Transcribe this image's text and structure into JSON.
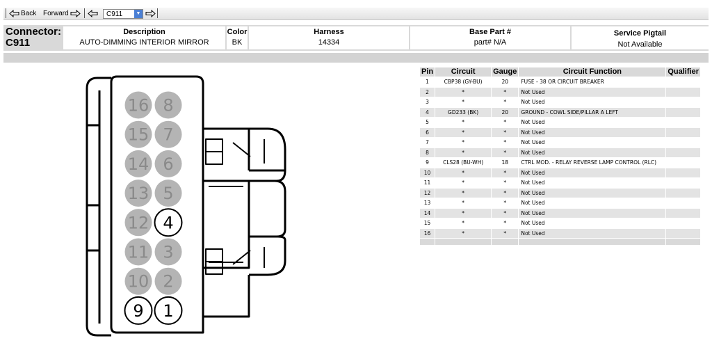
{
  "toolbar": {
    "back_label": "Back",
    "forward_label": "Forward",
    "connector_select_value": "C911",
    "icons": {
      "back": "arrow-left-icon",
      "forward": "arrow-right-icon",
      "prev": "arrow-left-icon",
      "next": "arrow-right-icon",
      "dropdown": "chevron-down-icon"
    }
  },
  "header": {
    "connector_label": "Connector:",
    "connector_id": "C911",
    "description_title": "Description",
    "description_value": "AUTO-DIMMING INTERIOR MIRROR",
    "color_title": "Color",
    "color_value": "BK",
    "harness_title": "Harness",
    "harness_value": "14334",
    "base_part_title": "Base Part #",
    "base_part_value": "part# N/A",
    "pigtail_title": "Service Pigtail",
    "pigtail_value": "Not Available"
  },
  "table": {
    "headers": [
      "Pin",
      "Circuit",
      "Gauge",
      "Circuit Function",
      "Qualifier"
    ],
    "rows": [
      {
        "pin": "1",
        "circuit": "CBP38 (GY-BU)",
        "gauge": "20",
        "function": "FUSE - 38 OR CIRCUIT BREAKER",
        "qualifier": ""
      },
      {
        "pin": "2",
        "circuit": "*",
        "gauge": "*",
        "function": "Not Used",
        "qualifier": ""
      },
      {
        "pin": "3",
        "circuit": "*",
        "gauge": "*",
        "function": "Not Used",
        "qualifier": ""
      },
      {
        "pin": "4",
        "circuit": "GD233 (BK)",
        "gauge": "20",
        "function": "GROUND - COWL SIDE/PILLAR A LEFT",
        "qualifier": ""
      },
      {
        "pin": "5",
        "circuit": "*",
        "gauge": "*",
        "function": "Not Used",
        "qualifier": ""
      },
      {
        "pin": "6",
        "circuit": "*",
        "gauge": "*",
        "function": "Not Used",
        "qualifier": ""
      },
      {
        "pin": "7",
        "circuit": "*",
        "gauge": "*",
        "function": "Not Used",
        "qualifier": ""
      },
      {
        "pin": "8",
        "circuit": "*",
        "gauge": "*",
        "function": "Not Used",
        "qualifier": ""
      },
      {
        "pin": "9",
        "circuit": "CLS28 (BU-WH)",
        "gauge": "18",
        "function": "CTRL MOD. - RELAY REVERSE LAMP CONTROL (RLC)",
        "qualifier": ""
      },
      {
        "pin": "10",
        "circuit": "*",
        "gauge": "*",
        "function": "Not Used",
        "qualifier": ""
      },
      {
        "pin": "11",
        "circuit": "*",
        "gauge": "*",
        "function": "Not Used",
        "qualifier": ""
      },
      {
        "pin": "12",
        "circuit": "*",
        "gauge": "*",
        "function": "Not Used",
        "qualifier": ""
      },
      {
        "pin": "13",
        "circuit": "*",
        "gauge": "*",
        "function": "Not Used",
        "qualifier": ""
      },
      {
        "pin": "14",
        "circuit": "*",
        "gauge": "*",
        "function": "Not Used",
        "qualifier": ""
      },
      {
        "pin": "15",
        "circuit": "*",
        "gauge": "*",
        "function": "Not Used",
        "qualifier": ""
      },
      {
        "pin": "16",
        "circuit": "*",
        "gauge": "*",
        "function": "Not Used",
        "qualifier": ""
      }
    ]
  },
  "diagram": {
    "pins": [
      {
        "label": "16",
        "used": false
      },
      {
        "label": "8",
        "used": false
      },
      {
        "label": "15",
        "used": false
      },
      {
        "label": "7",
        "used": false
      },
      {
        "label": "14",
        "used": false
      },
      {
        "label": "6",
        "used": false
      },
      {
        "label": "13",
        "used": false
      },
      {
        "label": "5",
        "used": false
      },
      {
        "label": "12",
        "used": false
      },
      {
        "label": "4",
        "used": true
      },
      {
        "label": "11",
        "used": false
      },
      {
        "label": "3",
        "used": false
      },
      {
        "label": "10",
        "used": false
      },
      {
        "label": "2",
        "used": false
      },
      {
        "label": "9",
        "used": true
      },
      {
        "label": "1",
        "used": true
      }
    ],
    "colors": {
      "unused_fill": "#b4b4b4",
      "unused_text": "#8a8a8a",
      "used_fill": "#ffffff",
      "used_text": "#000000",
      "outline": "#000000"
    }
  }
}
